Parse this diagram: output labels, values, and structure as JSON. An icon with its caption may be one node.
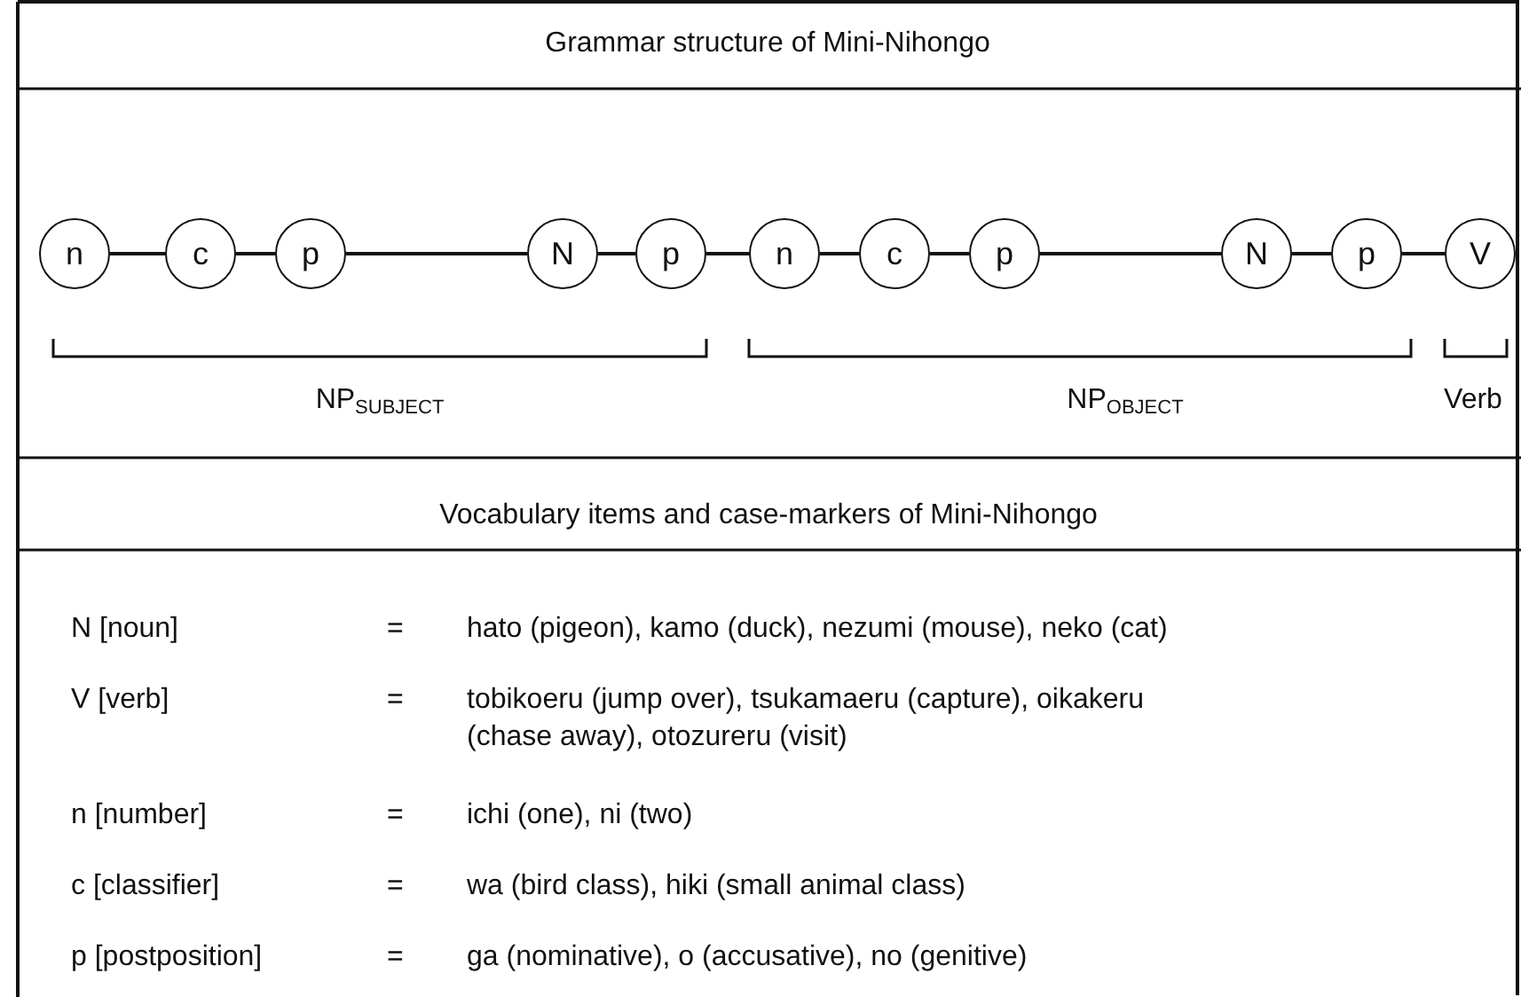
{
  "diagram": {
    "title": "Grammar structure of Mini-Nihongo",
    "nodes": [
      {
        "text": [
          "n"
        ]
      },
      {
        "text": [
          "c"
        ]
      },
      {
        "text": [
          "p"
        ]
      },
      {
        "text": [
          "N"
        ]
      },
      {
        "text": [
          "p"
        ]
      },
      {
        "text": [
          "n"
        ]
      },
      {
        "text": [
          "c"
        ]
      },
      {
        "text": [
          "p"
        ]
      },
      {
        "text": [
          "N"
        ]
      },
      {
        "text": [
          "p"
        ]
      },
      {
        "text": [
          "V"
        ]
      }
    ],
    "edges": [
      {
        "from": 0,
        "to": 1,
        "arrow": "none"
      },
      {
        "from": 1,
        "to": 2,
        "arrow": "none"
      },
      {
        "from": 2,
        "to": 3,
        "arrow": "none"
      },
      {
        "from": 3,
        "to": 4,
        "arrow": "none"
      },
      {
        "from": 4,
        "to": 5,
        "arrow": "none"
      },
      {
        "from": 5,
        "to": 6,
        "arrow": "none"
      },
      {
        "from": 6,
        "to": 7,
        "arrow": "none"
      },
      {
        "from": 7,
        "to": 8,
        "arrow": "none"
      },
      {
        "from": 8,
        "to": 9,
        "arrow": "none"
      },
      {
        "from": 9,
        "to": 10,
        "arrow": "none"
      }
    ],
    "labels": [
      "NP$_{SUBJECT}$",
      "NP$_{OBJECT}$",
      "Verb",
      "Vocabulary items and case-markers of Mini-Nihongo",
      "N [noun]",
      "=",
      "hato (pigeon), kamo (duck), nezumi (mouse), neko (cat)",
      "V [verb]",
      "=",
      "tobikoeru (jump over), tsukamaeru (capture), oikakeru (chase away), otozureru (visit)",
      "n [number]",
      "=",
      "ichi (one), ni (two)",
      "c [classifier]",
      "=",
      "wa (bird class), hiki (small animal class)",
      "p [postposition]",
      "=",
      "ga (nominative), o (accusative), no (genitive)"
    ]
  }
}
